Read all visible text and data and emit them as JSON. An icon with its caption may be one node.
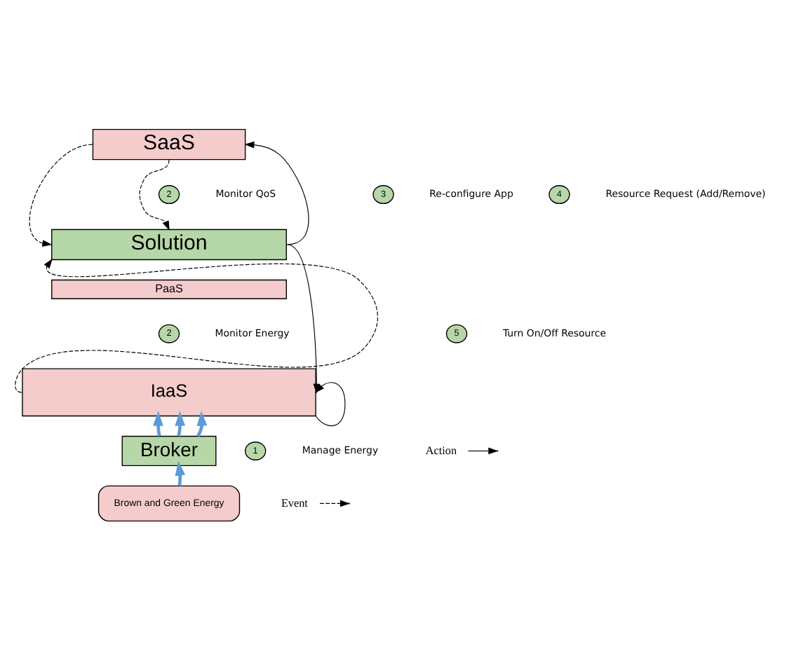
{
  "diagram": {
    "nodes": [
      {
        "text": [
          "SaaS"
        ]
      },
      {
        "text": [
          "Solution"
        ]
      },
      {
        "text": [
          "PaaS"
        ]
      },
      {
        "text": [
          "IaaS"
        ]
      },
      {
        "text": [
          "Broker"
        ]
      },
      {
        "text": [
          "Brown and Green Energy"
        ]
      },
      {
        "text": [
          "2"
        ],
        "beside": [
          "Monitor QoS"
        ]
      },
      {
        "text": [
          "3"
        ],
        "beside": [
          "Re-configure App"
        ]
      },
      {
        "text": [
          "4"
        ],
        "beside": [
          "Resource Request (Add/Remove)"
        ]
      },
      {
        "text": [
          "2"
        ],
        "beside": [
          "Monitor Energy"
        ]
      },
      {
        "text": [
          "5"
        ],
        "beside": [
          "Turn On/Off Resource"
        ]
      },
      {
        "text": [
          "1"
        ],
        "beside": [
          "Manage Energy"
        ]
      }
    ],
    "edges": [
      {
        "from": 0,
        "to": 1,
        "arrow": "to",
        "style": "dashed"
      },
      {
        "from": 0,
        "to": 1,
        "arrow": "to",
        "style": "dashed"
      },
      {
        "from": 1,
        "to": 0,
        "arrow": "to"
      },
      {
        "from": 3,
        "to": 1,
        "arrow": "to",
        "style": "dashed"
      },
      {
        "from": 1,
        "to": 3,
        "arrow": "to"
      },
      {
        "from": 4,
        "to": 3,
        "arrow": "to",
        "style": "thick",
        "color": "#5b9bd5"
      },
      {
        "from": 4,
        "to": 3,
        "arrow": "to",
        "style": "thick",
        "color": "#5b9bd5"
      },
      {
        "from": 4,
        "to": 3,
        "arrow": "to",
        "style": "thick",
        "color": "#5b9bd5"
      },
      {
        "from": 5,
        "to": 4,
        "arrow": "to",
        "style": "thick",
        "color": "#5b9bd5"
      },
      {
        "from": 3,
        "to": 3,
        "arrow": "to"
      }
    ],
    "legend": [
      {
        "text": "Action"
      },
      {
        "text": "Event"
      }
    ]
  }
}
